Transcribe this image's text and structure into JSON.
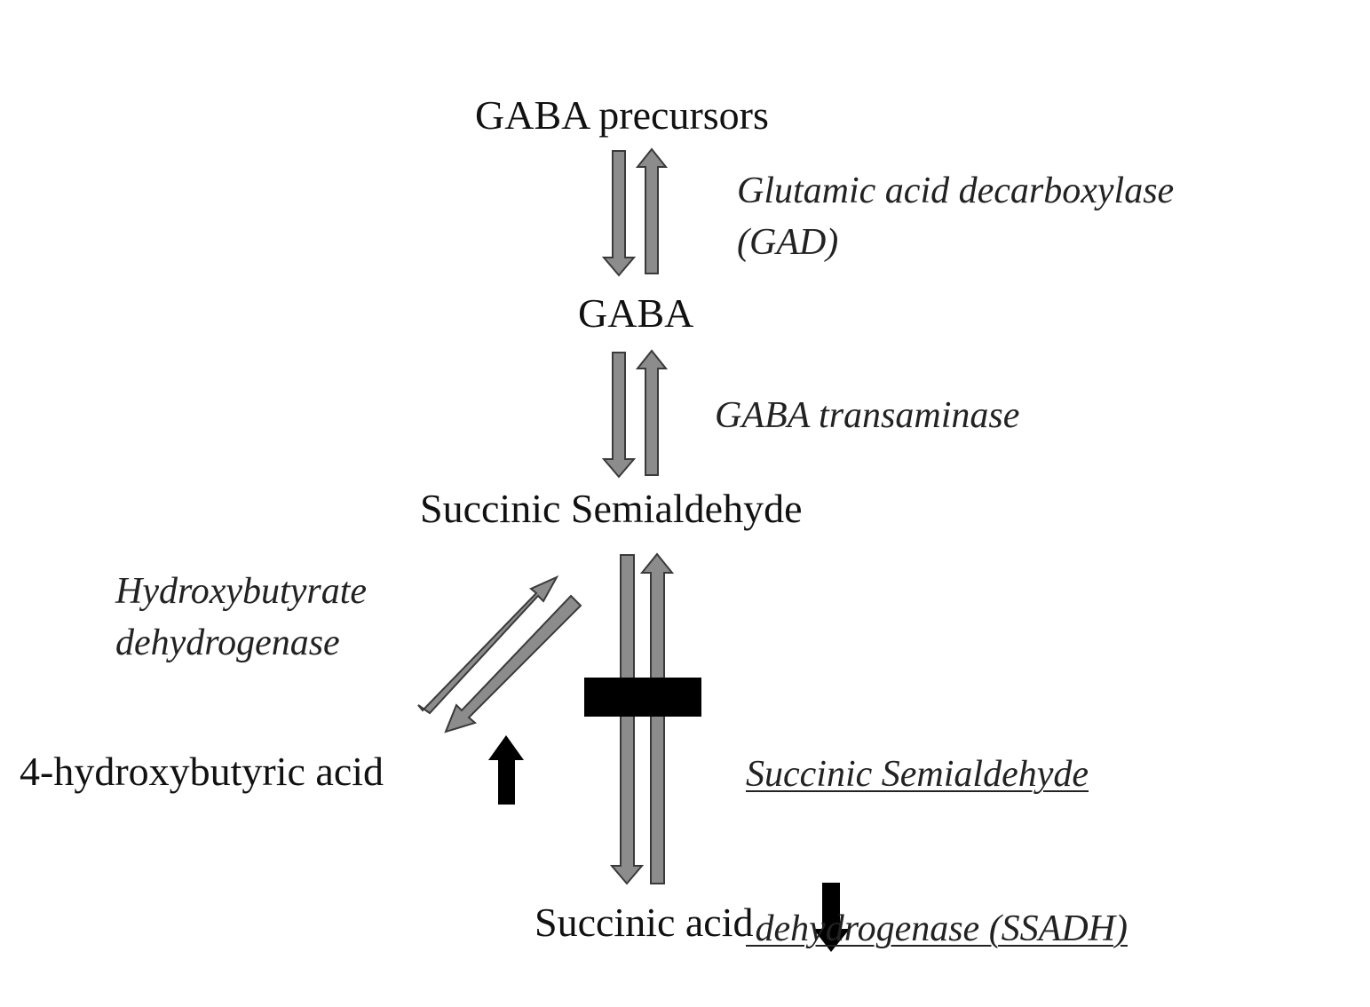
{
  "metabolites": {
    "precursors": "GABA precursors",
    "gaba": "GABA",
    "ssa": "Succinic Semialdehyde",
    "hydroxybutyric": "4-hydroxybutyric acid",
    "succinic": "Succinic acid"
  },
  "enzymes": {
    "gad": {
      "line1": "Glutamic acid decarboxylase",
      "line2": "(GAD)"
    },
    "transaminase": {
      "line1": "GABA transaminase"
    },
    "hbdh": {
      "line1": "Hydroxybutyrate",
      "line2": "dehydrogenase"
    },
    "ssadh": {
      "line1": "Succinic Semialdehyde",
      "line2": " dehydrogenase (SSADH)"
    }
  },
  "colors": {
    "reaction_arrow_fill": "#8c8c8c",
    "reaction_arrow_stroke": "#3a3a3a",
    "indicator_arrow": "#000000",
    "block_bar": "#000000",
    "text": "#111111"
  },
  "indicators": {
    "hydroxybutyric_level": "increased",
    "succinic_level": "decreased"
  },
  "blocked_step": "SSADH"
}
